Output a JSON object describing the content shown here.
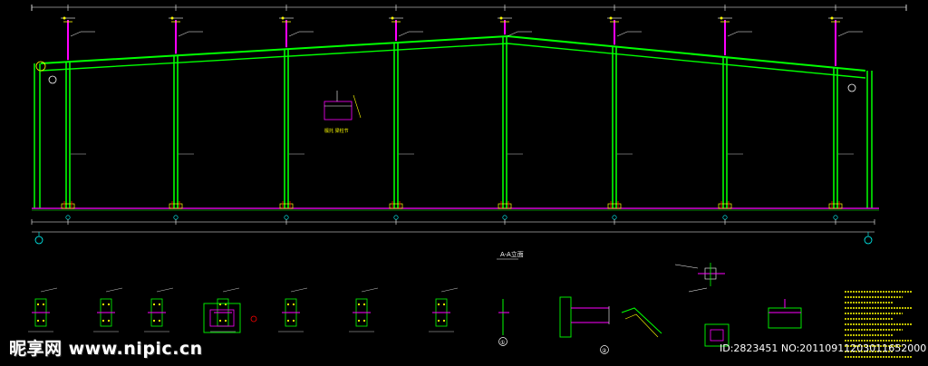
{
  "drawing": {
    "elevation_title": "A-A立面",
    "callout_title": "檩托 梁柱节",
    "detail_marks": [
      "①",
      "②"
    ],
    "colors": {
      "background": "#000000",
      "column": "#00ff00",
      "rafter": "#00ff00",
      "dimension": "#00ff00",
      "foundation_line": "#ff00ff",
      "text": "#ffff00",
      "annotation": "#ffffff",
      "axis_mark": "#00ffff",
      "plate": "#ff00ff",
      "anchor": "#ff0000"
    }
  },
  "watermark": {
    "site": "昵享网 www.nipic.cn",
    "id_text": "ID:2823451 NO:20110911203011652000"
  }
}
